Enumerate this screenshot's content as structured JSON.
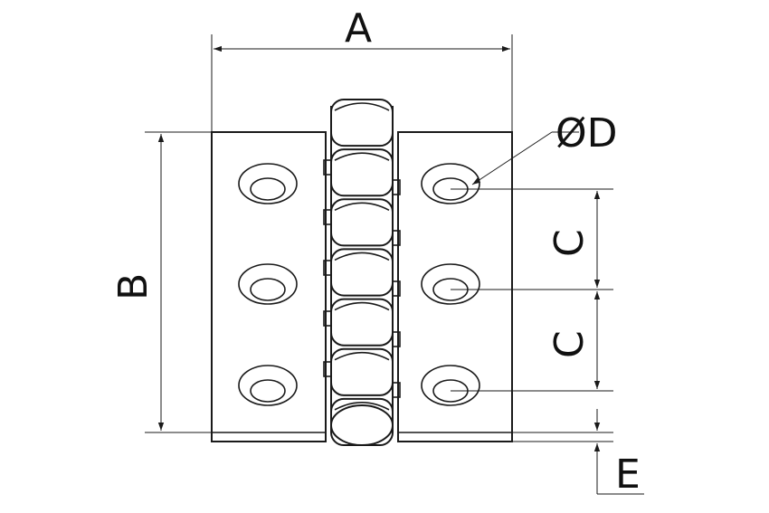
{
  "labels": {
    "a": "A",
    "b": "B",
    "c1": "C",
    "c2": "C",
    "d": "ØD",
    "e": "E"
  },
  "colors": {
    "stroke": "#1a1a1a",
    "background": "#ffffff"
  },
  "hinge": {
    "holes_per_leaf": 3,
    "knuckles": 7
  }
}
